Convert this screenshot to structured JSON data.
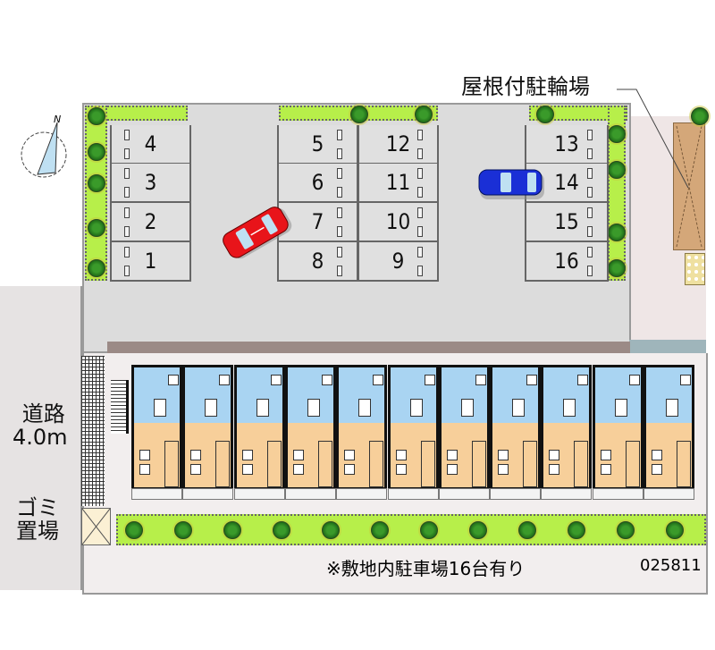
{
  "labels": {
    "road": [
      "道路",
      "4.0m"
    ],
    "garbage": [
      "ゴミ",
      "置場"
    ],
    "bike_parking": "屋根付駐輪場",
    "compass_n": "N"
  },
  "parking_slots": {
    "col_a": [
      "4",
      "3",
      "2",
      "1"
    ],
    "col_b": [
      "5",
      "6",
      "7",
      "8"
    ],
    "col_c": [
      "12",
      "11",
      "10",
      "9"
    ],
    "col_d": [
      "13",
      "14",
      "15",
      "16"
    ]
  },
  "footer": {
    "note": "※敷地内駐車場16台有り",
    "id": "025811"
  },
  "colors": {
    "car_red": "#e8141a",
    "car_blue": "#1a2fd6",
    "hedge": "#b7ef4a",
    "unit_wet": "#a9d4f2",
    "unit_room": "#f7cf9a"
  },
  "units_count": 11
}
